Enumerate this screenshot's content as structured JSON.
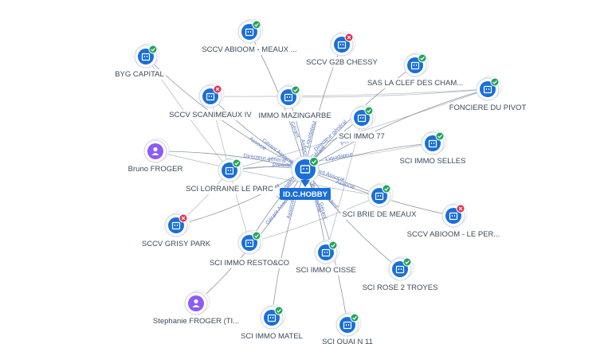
{
  "center": {
    "label": "ID.C.HOBBY",
    "icon": "company-icon",
    "status": "active"
  },
  "nodes": [
    {
      "id": "byg",
      "label": "BYG CAPITAL",
      "type": "company",
      "status": "active"
    },
    {
      "id": "abioom_meaux",
      "label": "SCCV ABIOOM - MEAUX ...",
      "type": "company",
      "status": "active"
    },
    {
      "id": "g2b",
      "label": "SCCV G2B CHESSY",
      "type": "company",
      "status": "closed"
    },
    {
      "id": "clef",
      "label": "SAS LA CLEF DES CHAM...",
      "type": "company",
      "status": "active"
    },
    {
      "id": "pivot",
      "label": "FONCIERE DU PIVOT",
      "type": "company",
      "status": "active"
    },
    {
      "id": "scanimeaux",
      "label": "SCCV SCANIMEAUX IV",
      "type": "company",
      "status": "closed"
    },
    {
      "id": "mazingarbe",
      "label": "IMMO MAZINGARBE",
      "type": "company",
      "status": "active"
    },
    {
      "id": "immo77",
      "label": "SCI IMMO 77",
      "type": "company",
      "status": "active"
    },
    {
      "id": "selles",
      "label": "SCI IMMO SELLES",
      "type": "company",
      "status": "active"
    },
    {
      "id": "bruno",
      "label": "Bruno FROGER",
      "type": "person",
      "status": "none"
    },
    {
      "id": "lorraine",
      "label": "SCI LORRAINE LE PARC",
      "type": "company",
      "status": "active"
    },
    {
      "id": "brie",
      "label": "SCI BRIE DE MEAUX",
      "type": "company",
      "status": "active"
    },
    {
      "id": "abioom_per",
      "label": "SCCV ABIOOM - LE PER...",
      "type": "company",
      "status": "closed"
    },
    {
      "id": "grisy",
      "label": "SCCV GRISY PARK",
      "type": "company",
      "status": "closed"
    },
    {
      "id": "resto",
      "label": "SCI IMMO RESTO&CO",
      "type": "company",
      "status": "active"
    },
    {
      "id": "cisse",
      "label": "SCI IMMO CISSE",
      "type": "company",
      "status": "active"
    },
    {
      "id": "rose",
      "label": "SCI ROSE 2 TROYES",
      "type": "company",
      "status": "active"
    },
    {
      "id": "stephanie",
      "label": "Stephanie FROGER (TI...",
      "type": "person",
      "status": "none"
    },
    {
      "id": "matel",
      "label": "SCI IMMO MATEL",
      "type": "company",
      "status": "active"
    },
    {
      "id": "quai",
      "label": "SCI QUAI N 11",
      "type": "company",
      "status": "active"
    }
  ],
  "edge_labels": [
    "Associé",
    "Gérant",
    "Liquidateur",
    "Directeur général",
    "Président",
    "Gérant Associé"
  ],
  "colors": {
    "node_fill": "#1a6fd8",
    "person_fill": "#8b5cf6",
    "active_badge": "#22a45a",
    "closed_badge": "#e0314b",
    "edge": "#7a8594",
    "center_label_bg": "#1a6fd8",
    "edge_label": "#5b79c9"
  }
}
